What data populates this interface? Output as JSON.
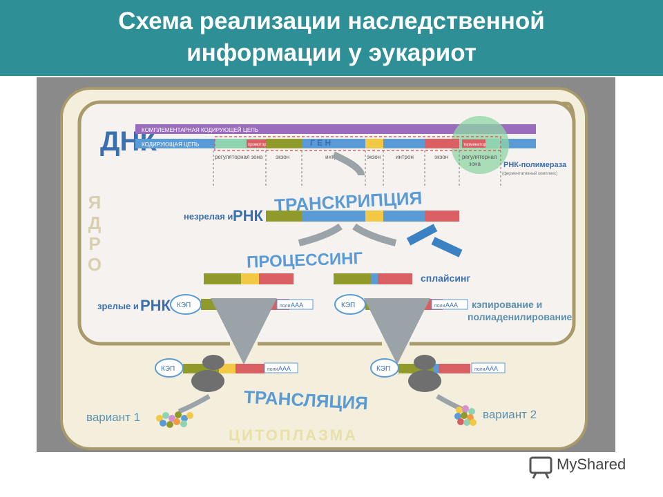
{
  "header": {
    "title_line1": "Схема реализации наследственной",
    "title_line2": "информации у эукариот",
    "bg_color": "#2e8f96"
  },
  "diagram": {
    "dna_label": "ДНК",
    "complementary_strand": "КОМПЛЕМЕНТАРНАЯ КОДИРУЮЩЕЙ ЦЕПЬ",
    "coding_strand": "КОДИРУЮЩАЯ ЦЕПЬ",
    "gene_label": "Г Е Н",
    "promoter": "промотор",
    "terminator": "терминатор",
    "zones": {
      "regulatory1": "регуляторная зона",
      "exon1": "экзон",
      "intron1": "интрон",
      "exon2": "экзон",
      "intron2": "интрон",
      "exon3": "экзон",
      "regulatory2_line1": "регуляторная",
      "regulatory2_line2": "зона"
    },
    "rna_polymerase": "РНК-полимераза",
    "enzyme_complex": "(ферментативный комплекс)",
    "nucleus": "ЯДРО",
    "transcription": "ТРАНСКРИПЦИЯ",
    "immature_rna_prefix": "незрелая и",
    "immature_rna_suffix": "РНК",
    "processing": "ПРОЦЕССИНГ",
    "splicing": "сплайсинг",
    "mature_rna_prefix": "зрелые и",
    "mature_rna_suffix": "РНК",
    "cap": "КЭП",
    "polya_prefix": "поли",
    "polya_suffix": "ААА",
    "capping_line1": "кэпирование и",
    "capping_line2": "полиаденилирование",
    "translation": "ТРАНСЛЯЦИЯ",
    "variant1": "вариант 1",
    "variant2": "вариант 2",
    "cytoplasm": "ЦИТОПЛАЗМА"
  },
  "colors": {
    "exon1": "#8f9a2a",
    "exon2": "#f3c845",
    "exon3": "#d95f63",
    "intron": "#5b9bd5",
    "complementary": "#9b6bbd",
    "text_blue": "#3a6fb0",
    "cell_fill": "#f3efdc",
    "cell_border": "#a89a6b"
  },
  "watermark": {
    "text": "MyShared"
  }
}
